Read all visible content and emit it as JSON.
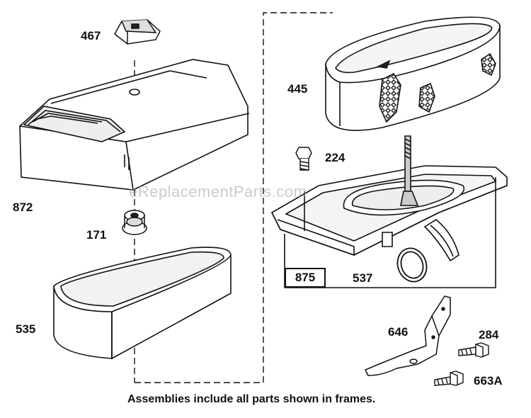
{
  "watermark": "eReplacementParts.com",
  "caption": "Assemblies include all parts shown in frames.",
  "parts": {
    "p467": "467",
    "p872": "872",
    "p171": "171",
    "p535": "535",
    "p445": "445",
    "p224": "224",
    "p875": "875",
    "p537": "537",
    "p646": "646",
    "p284": "284",
    "p663a": "663A"
  }
}
